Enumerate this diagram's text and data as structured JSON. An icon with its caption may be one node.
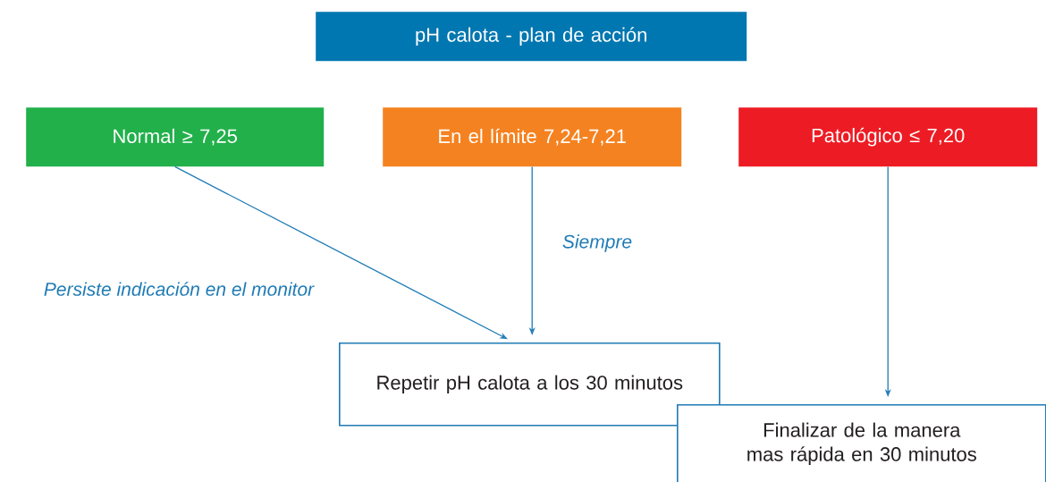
{
  "diagram": {
    "nodes": [
      {
        "text": [
          "pH calota - plan de acción"
        ]
      },
      {
        "text": [
          "Normal ≥ 7,25"
        ]
      },
      {
        "text": [
          "En el límite 7,24-7,21"
        ]
      },
      {
        "text": [
          "Patológico ≤ 7,20"
        ]
      },
      {
        "text": [
          "Repetir pH calota a los 30 minutos"
        ]
      },
      {
        "text": [
          "Finalizar de la manera mas rápida en 30 minutos"
        ]
      }
    ],
    "edges": [
      {
        "from": 1,
        "to": 4,
        "arrow": "to",
        "label": "Persiste indicación en el monitor"
      },
      {
        "from": 2,
        "to": 4,
        "arrow": "to",
        "label": "Siempre"
      },
      {
        "from": 3,
        "to": 5,
        "arrow": "to"
      }
    ]
  }
}
